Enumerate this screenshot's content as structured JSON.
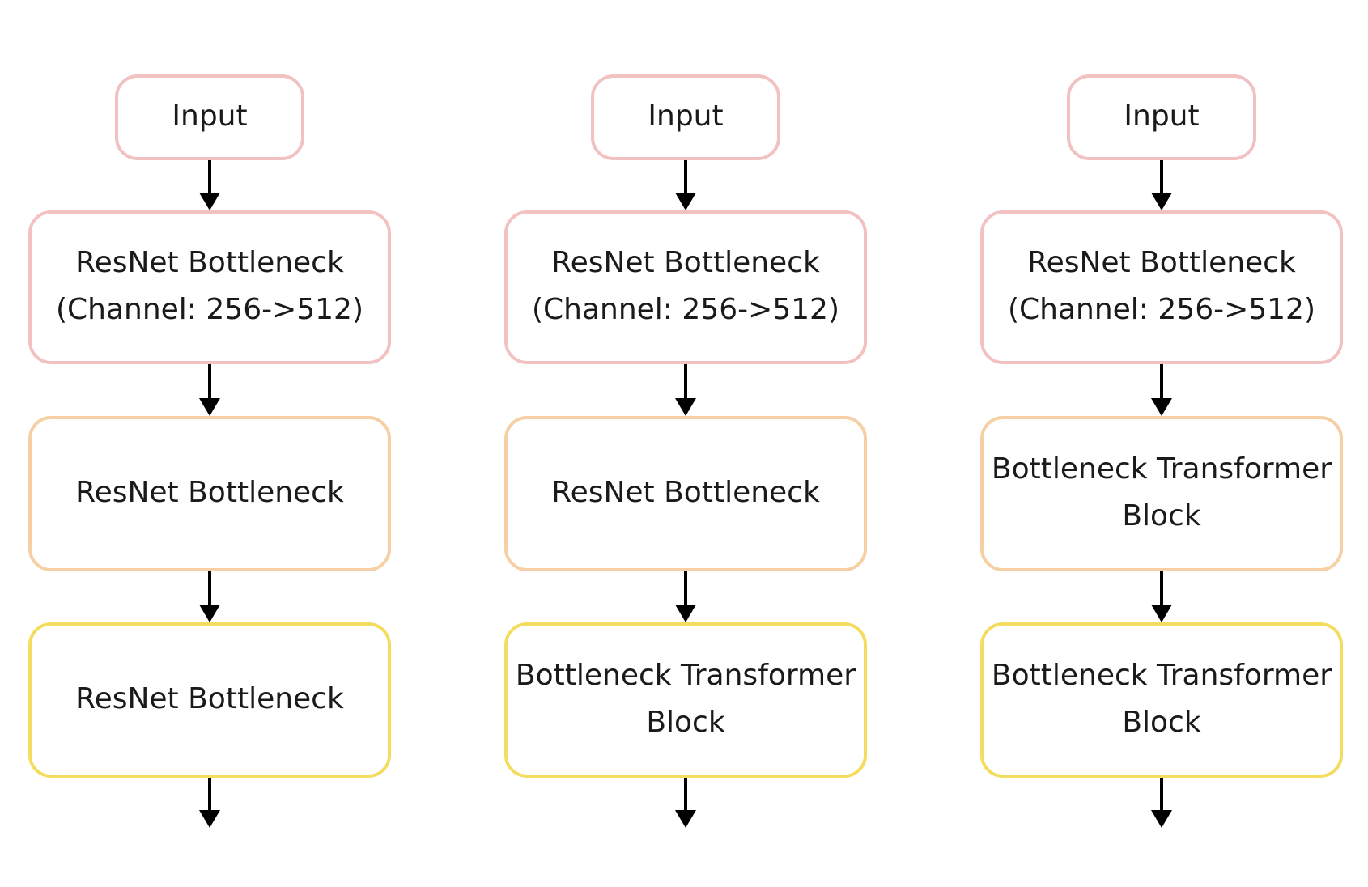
{
  "palette": {
    "pink": "#f2c2c2",
    "peach": "#f6cfa4",
    "yellow": "#f4dc60",
    "arrow": "#000000"
  },
  "columns": [
    {
      "nodes": [
        {
          "lines": [
            "Input"
          ],
          "color": "pink"
        },
        {
          "lines": [
            "ResNet Bottleneck",
            "(Channel: 256->512)"
          ],
          "color": "pink"
        },
        {
          "lines": [
            "ResNet Bottleneck"
          ],
          "color": "peach"
        },
        {
          "lines": [
            "ResNet Bottleneck"
          ],
          "color": "yellow"
        }
      ]
    },
    {
      "nodes": [
        {
          "lines": [
            "Input"
          ],
          "color": "pink"
        },
        {
          "lines": [
            "ResNet Bottleneck",
            "(Channel: 256->512)"
          ],
          "color": "pink"
        },
        {
          "lines": [
            "ResNet Bottleneck"
          ],
          "color": "peach"
        },
        {
          "lines": [
            "Bottleneck Transformer",
            "Block"
          ],
          "color": "yellow"
        }
      ]
    },
    {
      "nodes": [
        {
          "lines": [
            "Input"
          ],
          "color": "pink"
        },
        {
          "lines": [
            "ResNet Bottleneck",
            "(Channel: 256->512)"
          ],
          "color": "pink"
        },
        {
          "lines": [
            "Bottleneck Transformer",
            "Block"
          ],
          "color": "peach"
        },
        {
          "lines": [
            "Bottleneck Transformer",
            "Block"
          ],
          "color": "yellow"
        }
      ]
    }
  ]
}
